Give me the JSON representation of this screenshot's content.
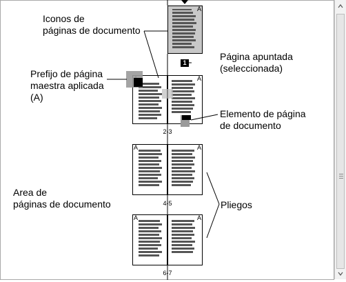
{
  "labels": {
    "iconos": [
      "Iconos de",
      "páginas de documento"
    ],
    "prefijo": [
      "Prefijo de página",
      "maestra aplicada",
      "(A)"
    ],
    "apuntada": [
      "Página apuntada",
      "(seleccionada)"
    ],
    "elemento": [
      "Elemento de página",
      "de documento"
    ],
    "area": [
      "Area de",
      "páginas de documento"
    ],
    "pliegos": "Pliegos"
  },
  "master_prefix": "A",
  "target_badge": "1",
  "spreads": [
    {
      "number": "2-3"
    },
    {
      "number": "4-5"
    },
    {
      "number": "6-7"
    }
  ]
}
